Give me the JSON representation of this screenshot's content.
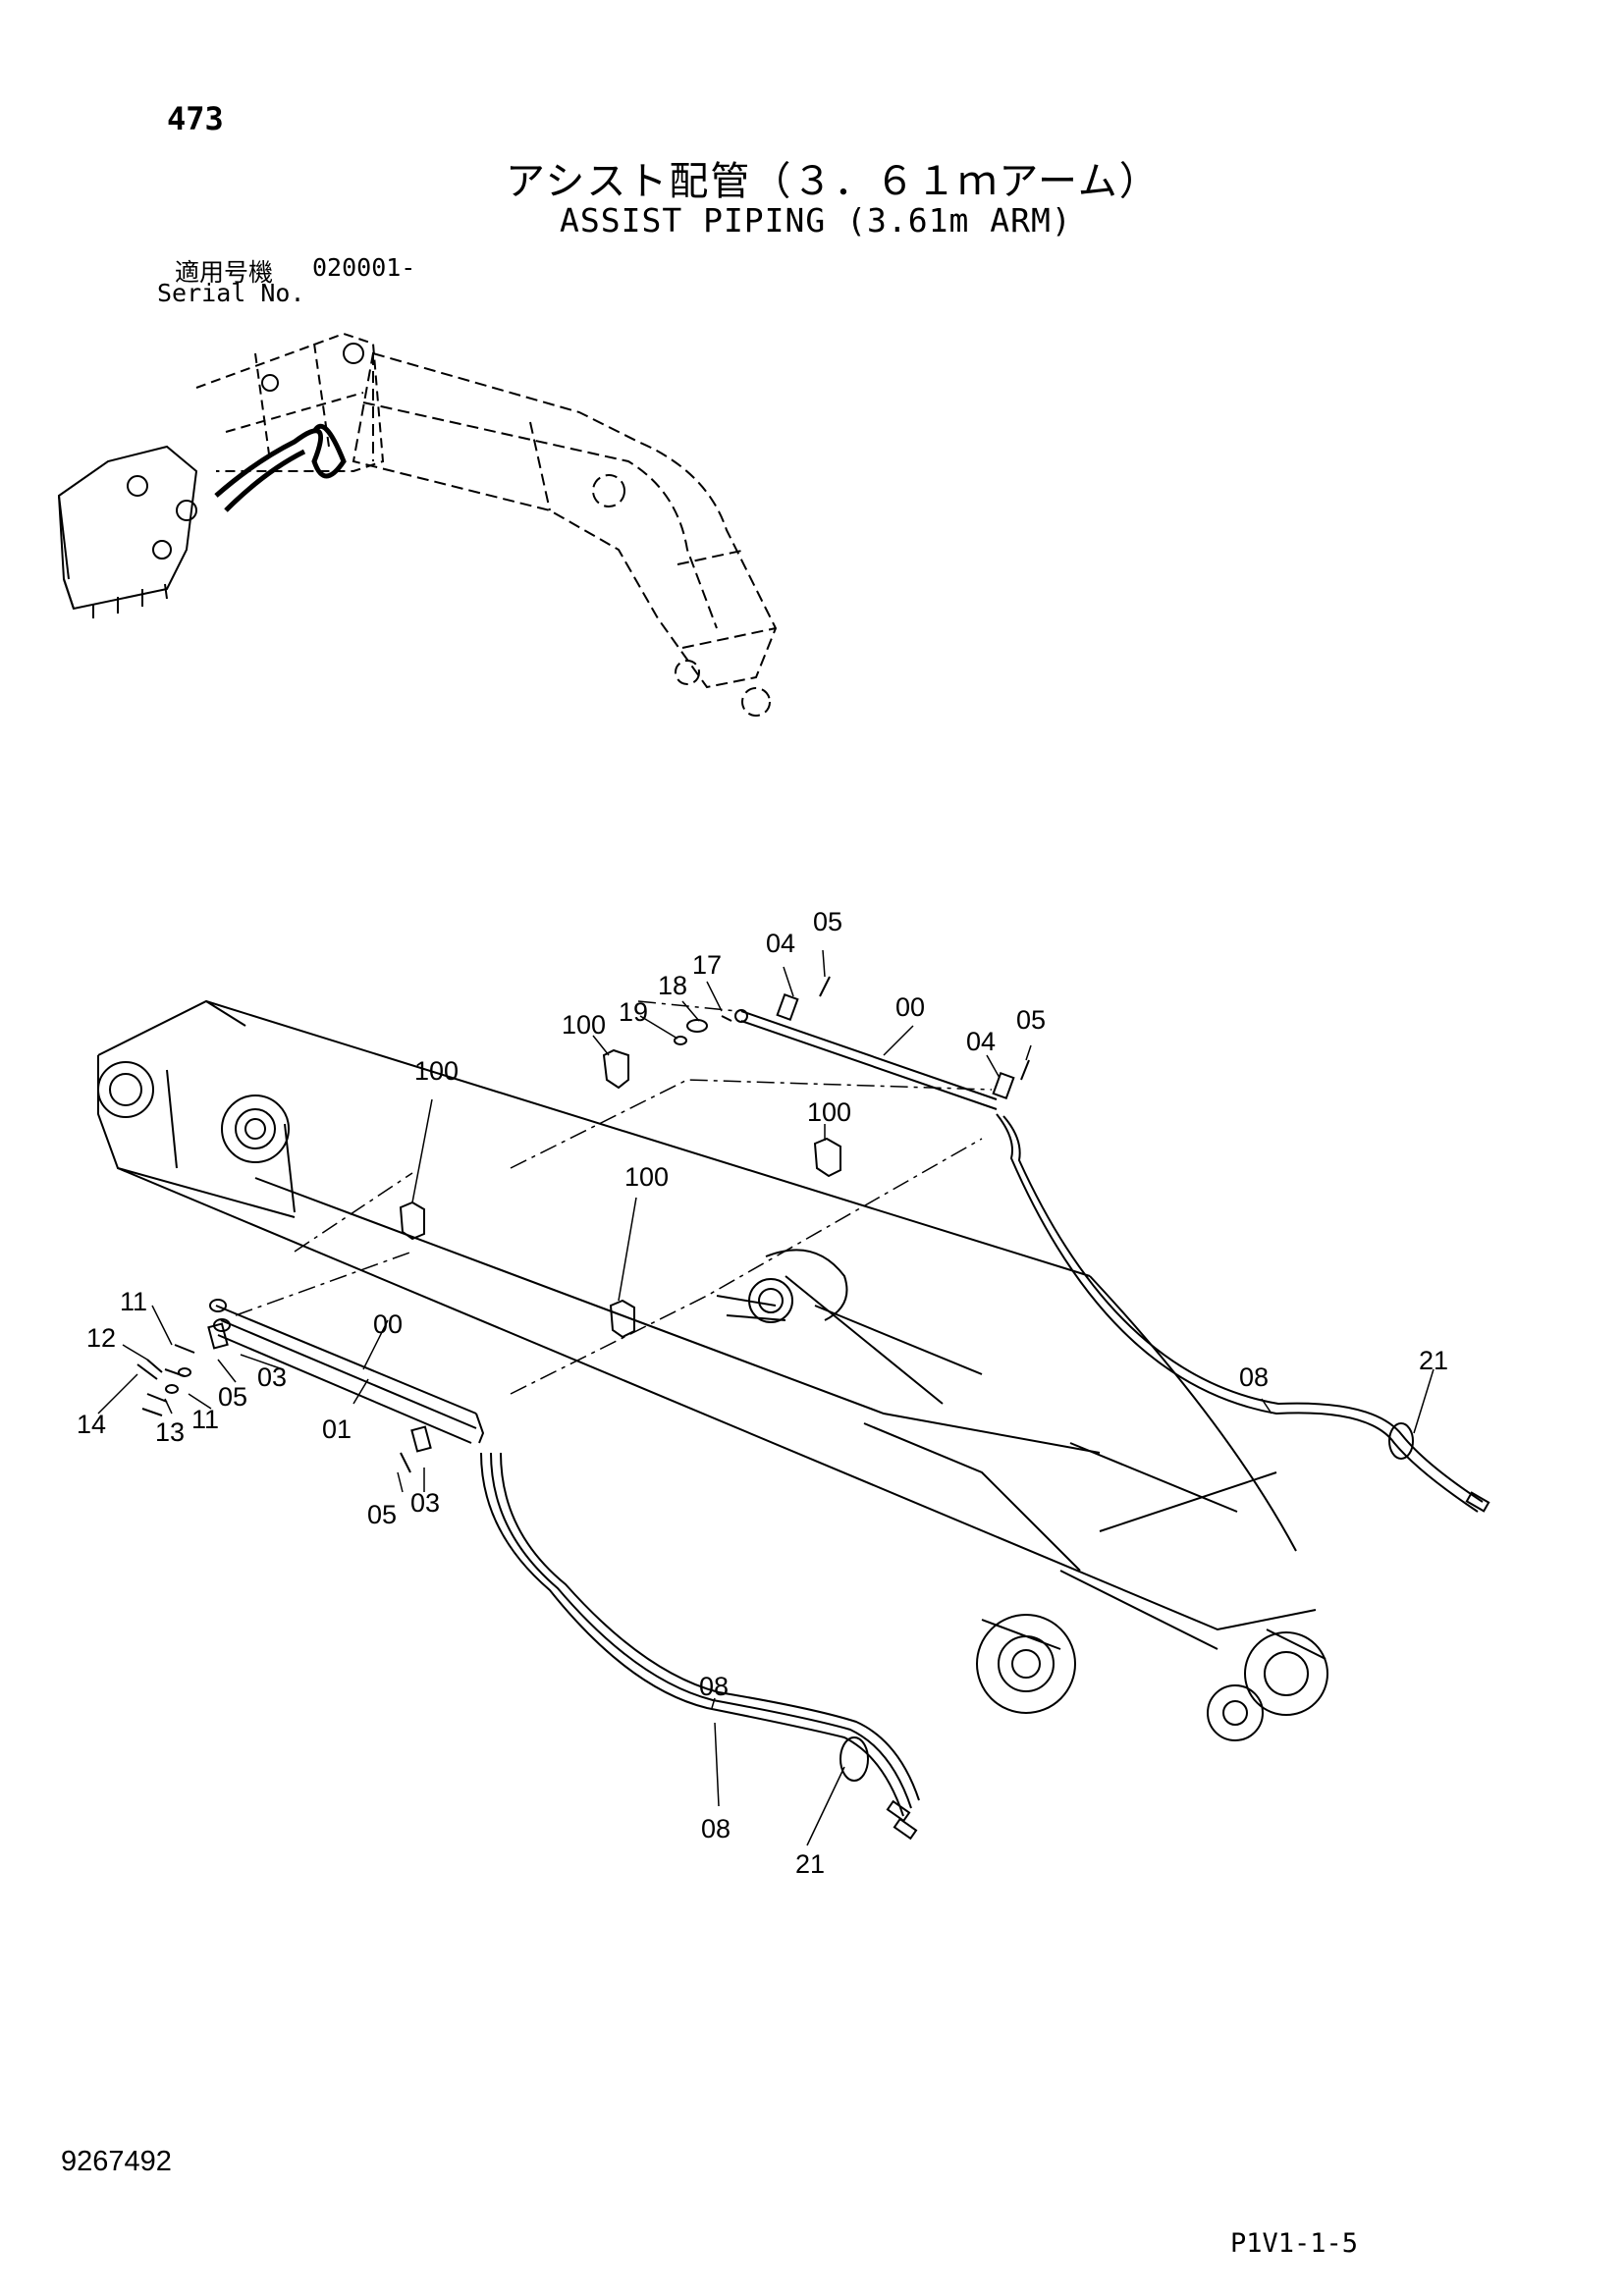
{
  "header": {
    "page_number": "473",
    "title_jp": "アシスト配管（３．６１ｍアーム）",
    "title_en": "ASSIST PIPING (3.61m ARM)",
    "serial_label_jp": "適用号機",
    "serial_range": "020001-",
    "serial_label_en": "Serial No."
  },
  "footer": {
    "doc_number": "9267492",
    "page_code": "P1V1-1-5"
  },
  "callouts": [
    "04",
    "05",
    "17",
    "18",
    "19",
    "100",
    "00",
    "04",
    "05",
    "100",
    "100",
    "100",
    "11",
    "12",
    "14",
    "13",
    "11",
    "05",
    "03",
    "00",
    "01",
    "05",
    "03",
    "08",
    "21",
    "08",
    "08",
    "21"
  ]
}
